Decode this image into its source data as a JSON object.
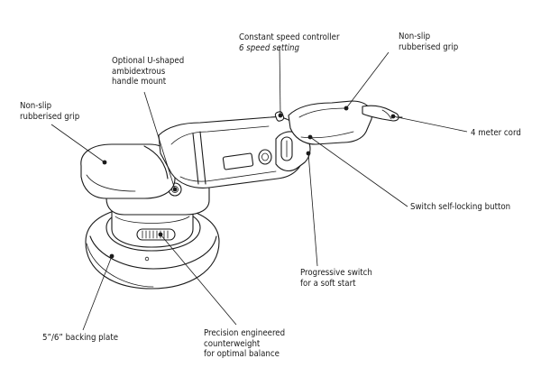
{
  "labels": {
    "grip_left": [
      "Non-slip",
      "rubberised grip"
    ],
    "handle_mount": [
      "Optional U-shaped",
      "ambidextrous",
      "handle mount"
    ],
    "speed_controller": "Constant speed controller",
    "speed_setting": "6 speed setting",
    "grip_right": [
      "Non-slip",
      "rubberised grip"
    ],
    "cord": "4 meter cord",
    "switch_lock": "Switch self-locking button",
    "progressive_switch": [
      "Progressive switch",
      "for a soft start"
    ],
    "backing_plate": "5”/6” backing plate",
    "counterweight": [
      "Precision engineered",
      "counterweight",
      "for optimal balance"
    ]
  }
}
